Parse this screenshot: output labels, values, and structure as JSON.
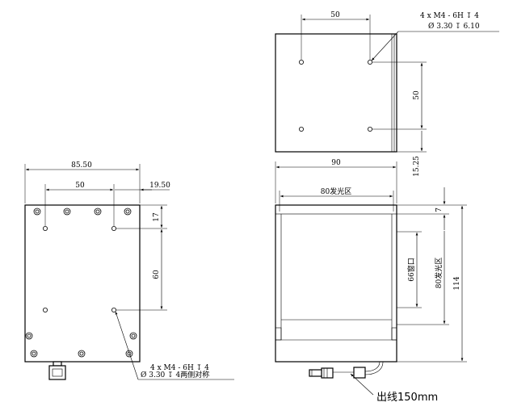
{
  "top_view": {
    "dim_hole_spacing_h": "50",
    "dim_hole_spacing_v": "50",
    "dim_side_offset": "15.25",
    "callout_line1": "4 x  M4 - 6H ↧ 4",
    "callout_line2": "Ø 3.30 ↧ 6.10"
  },
  "front_view": {
    "dim_width": "90",
    "dim_emit_width": "80发光区",
    "dim_top_margin": "7",
    "dim_window": "66窗口",
    "dim_emit_height": "80发光区",
    "dim_height": "114",
    "cable_note": "出线150mm"
  },
  "back_view": {
    "dim_width": "85.50",
    "dim_hole_spacing_h": "50",
    "dim_side_offset": "19.50",
    "dim_top_offset": "17",
    "dim_hole_spacing_v": "60",
    "callout_line1": "4 x  M4 - 6H ↧ 4",
    "callout_line2": "Ø 3.30 ↧ 4两侧对称"
  }
}
